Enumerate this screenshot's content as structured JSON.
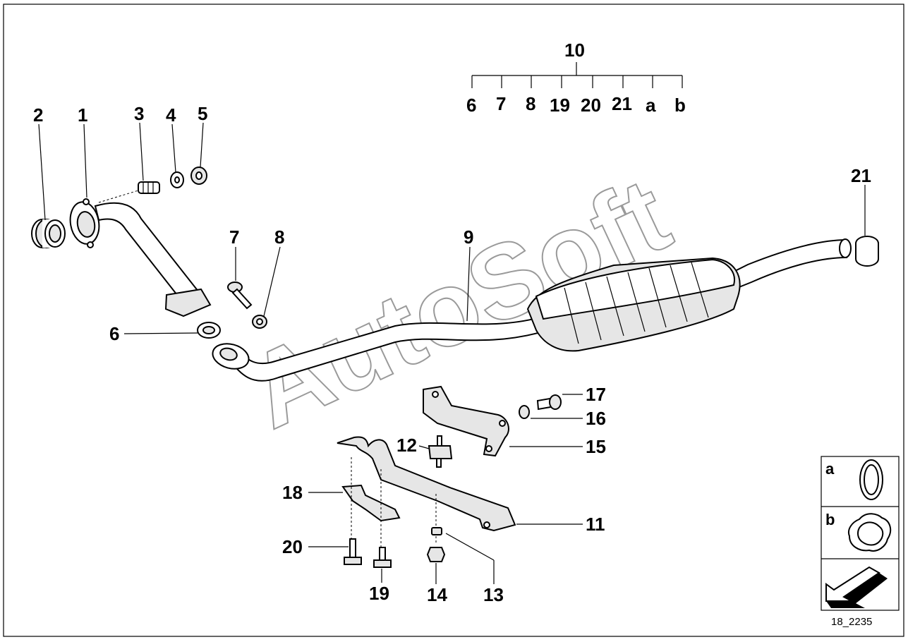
{
  "diagram": {
    "callouts": {
      "c1": "1",
      "c2": "2",
      "c3": "3",
      "c4": "4",
      "c5": "5",
      "c6": "6",
      "c7": "7",
      "c8": "8",
      "c9": "9",
      "c10": "10",
      "c11": "11",
      "c12": "12",
      "c13": "13",
      "c14": "14",
      "c15": "15",
      "c16": "16",
      "c17": "17",
      "c18": "18",
      "c19": "19",
      "c20": "20",
      "c21": "21"
    },
    "kit_header": "10",
    "kit_items": [
      "6",
      "7",
      "8",
      "19",
      "20",
      "21",
      "a",
      "b"
    ],
    "legend": {
      "a": "a",
      "b": "b"
    },
    "watermark": "AutoSoft",
    "reference": "18_2235"
  }
}
